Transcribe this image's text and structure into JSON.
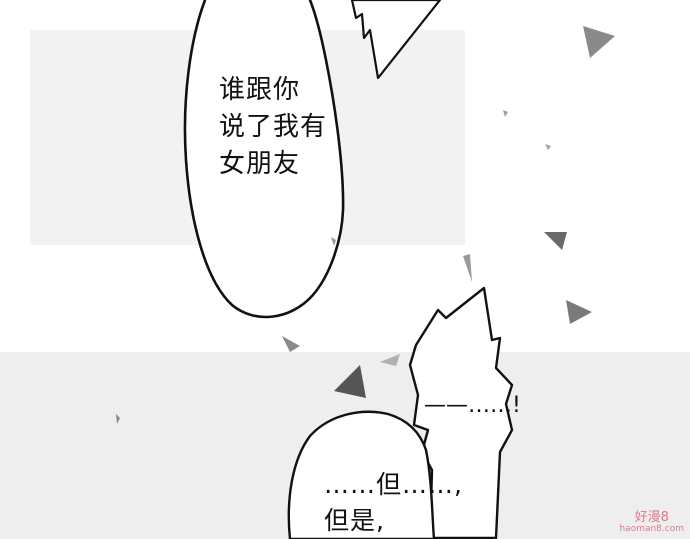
{
  "bubbles": [
    {
      "lines": [
        "谁跟你",
        "说了我有",
        "女朋友"
      ]
    },
    {
      "lines": [
        "——……!"
      ]
    },
    {
      "lines": [
        "……但……,",
        "但是,"
      ]
    }
  ],
  "watermark": {
    "logo": "好漫8",
    "url": "haoman8.com"
  },
  "colors": {
    "background": "#ffffff",
    "panel_gray": "#f0f0f0",
    "ink": "#111111",
    "shard_gray": "#6a6a6a",
    "watermark": "#e07a8e"
  }
}
